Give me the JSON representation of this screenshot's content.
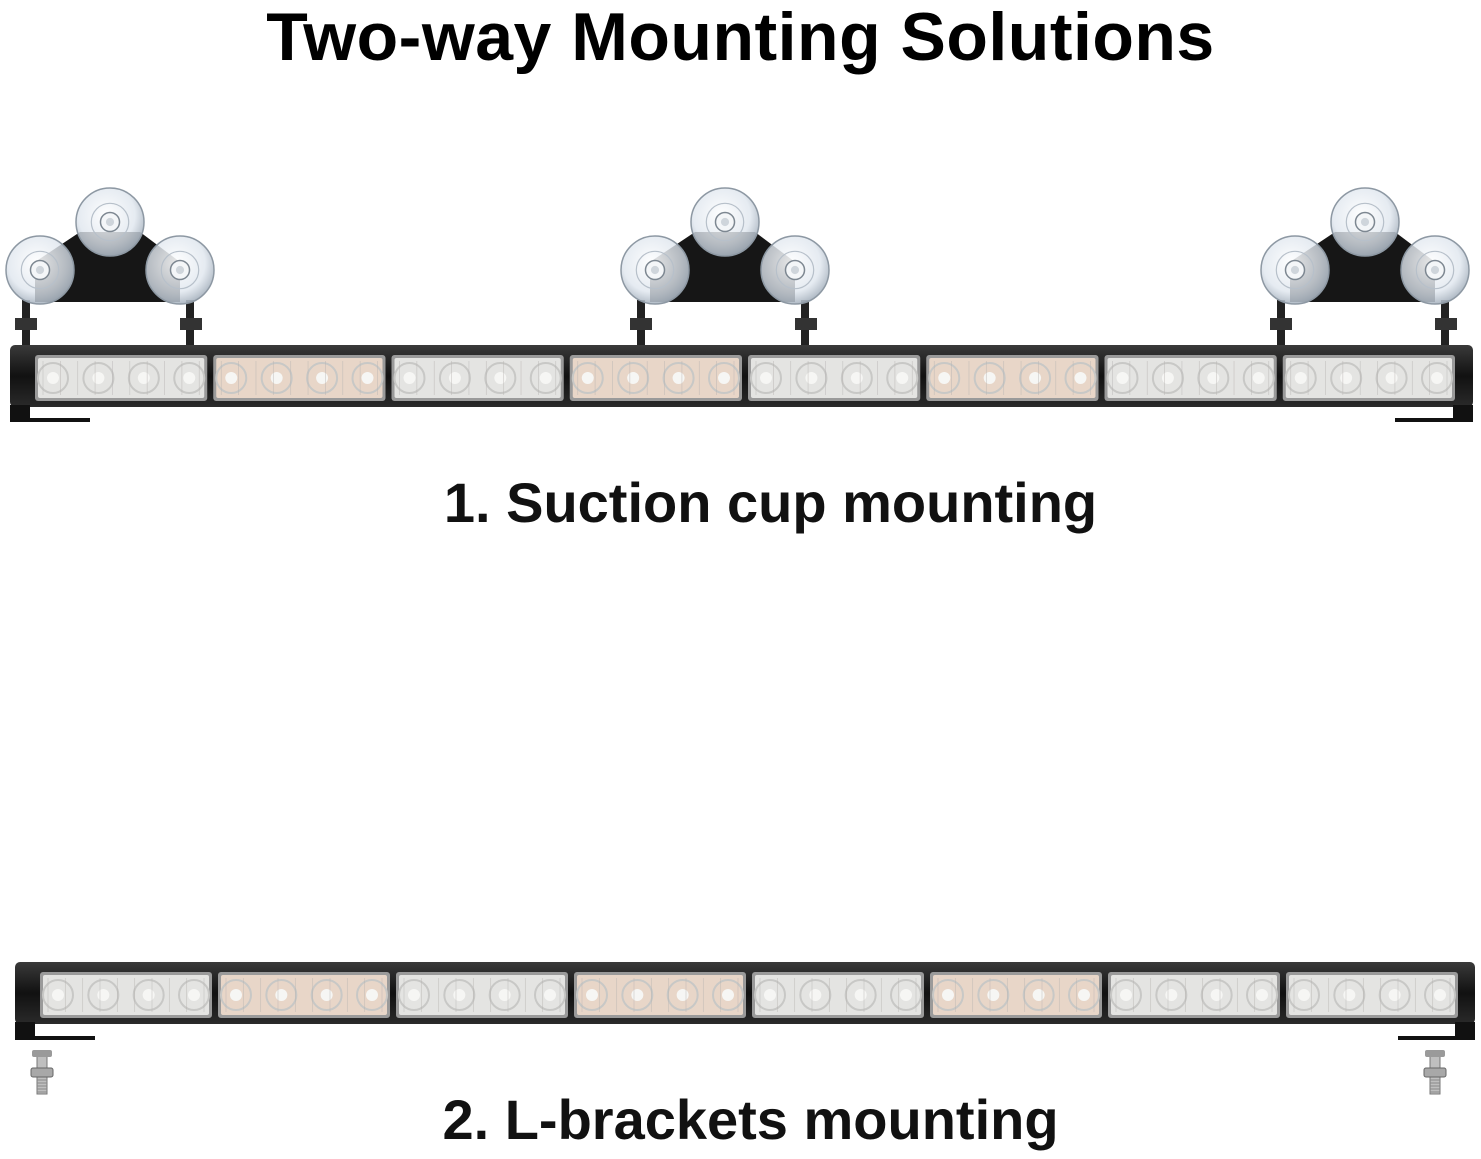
{
  "title": "Two-way Mounting Solutions",
  "section1": {
    "caption": "1. Suction cup mounting",
    "led_modules": [
      "white",
      "amber",
      "white",
      "amber",
      "white",
      "amber",
      "white",
      "white"
    ],
    "suction_mounts": 3
  },
  "section2": {
    "caption": "2. L-brackets mounting",
    "led_modules": [
      "white",
      "amber",
      "white",
      "amber",
      "white",
      "amber",
      "white",
      "white"
    ],
    "bolts": 2
  },
  "colors": {
    "bar_housing": "#1a1a1a",
    "lens_white": "#e4e4e2",
    "lens_amber": "#e8d6c8",
    "suction_cup": "#d7dfe8"
  }
}
